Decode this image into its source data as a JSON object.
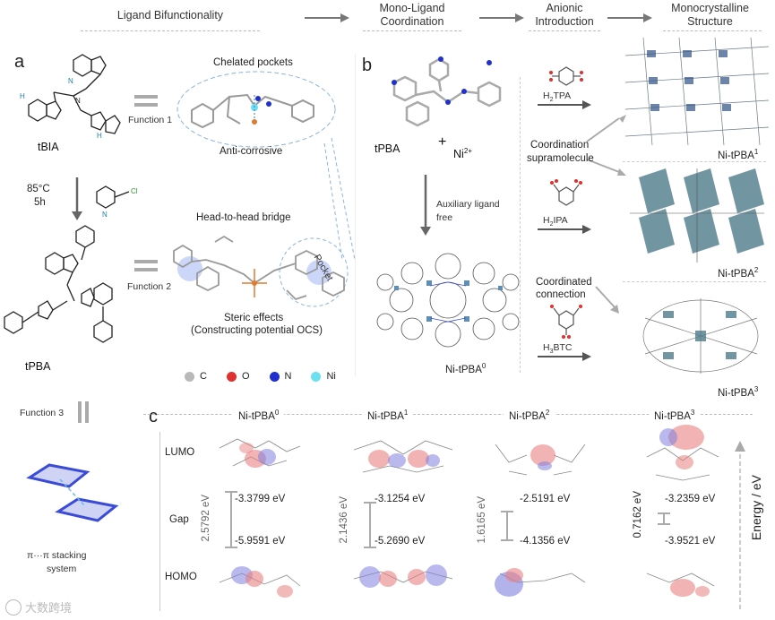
{
  "header": {
    "step1": "Ligand Bifunctionality",
    "step2": "Mono-Ligand\nCoordination",
    "step3": "Anionic\nIntroduction",
    "step4": "Monocrystalline\nStructure"
  },
  "panel_a": {
    "letter": "a",
    "tbia": "tBIA",
    "tpba": "tPBA",
    "temp": "85°C",
    "time": "5h",
    "function1": "Function 1",
    "function2": "Function 2",
    "function3": "Function 3",
    "chelated": "Chelated  pockets",
    "anticorrosive": "Anti-corrosive",
    "bridge": "Head-to-head bridge",
    "pocket": "Pocket",
    "steric1": "Steric effects",
    "steric2": "(Constructing potential OCS)",
    "pi1": "π···π stacking",
    "pi2": "system",
    "legend": [
      {
        "label": "C",
        "color": "#b9b9b9"
      },
      {
        "label": "O",
        "color": "#e03030"
      },
      {
        "label": "N",
        "color": "#1f2fd0"
      },
      {
        "label": "Ni",
        "color": "#6ce0f0"
      }
    ]
  },
  "panel_b": {
    "letter": "b",
    "tpba": "tPBA",
    "plus": "+",
    "ni": "Ni",
    "ni_sup": "2+",
    "aux1": "Auxiliary ligand",
    "aux2": "free",
    "ni0_base": "Ni-tPBA",
    "ni0_sup": "0",
    "h2tpa_pre": "H",
    "h2tpa_sub": "2",
    "h2tpa_post": "TPA",
    "h2ipa_post": "IPA",
    "h3btc_pre": "H",
    "h3btc_sub": "3",
    "h3btc_post": "BTC",
    "coord_supra1": "Coordination",
    "coord_supra2": "supramolecule",
    "coord_conn1": "Coordinated",
    "coord_conn2": "connection",
    "ni1_base": "Ni-tPBA",
    "ni1_sup": "1",
    "ni2_base": "Ni-tPBA",
    "ni2_sup": "2",
    "ni3_base": "Ni-tPBA",
    "ni3_sup": "3"
  },
  "panel_c": {
    "letter": "c",
    "lumo": "LUMO",
    "gap": "Gap",
    "homo": "HOMO",
    "energy_axis": "Energy / eV",
    "columns": [
      {
        "name": "Ni-tPBA",
        "sup": "0",
        "lumo": "-3.3799 eV",
        "homo": "-5.9591 eV",
        "gap": "2.5792 eV"
      },
      {
        "name": "Ni-tPBA",
        "sup": "1",
        "lumo": "-3.1254 eV",
        "homo": "-5.2690 eV",
        "gap": "2.1436 eV"
      },
      {
        "name": "Ni-tPBA",
        "sup": "2",
        "lumo": "-2.5191 eV",
        "homo": "-4.1356 eV",
        "gap": "1.6165 eV"
      },
      {
        "name": "Ni-tPBA",
        "sup": "3",
        "lumo": "-3.2359 eV",
        "homo": "-3.9521 eV",
        "gap": "0.7162 eV"
      }
    ]
  },
  "watermark": "大数跨境"
}
